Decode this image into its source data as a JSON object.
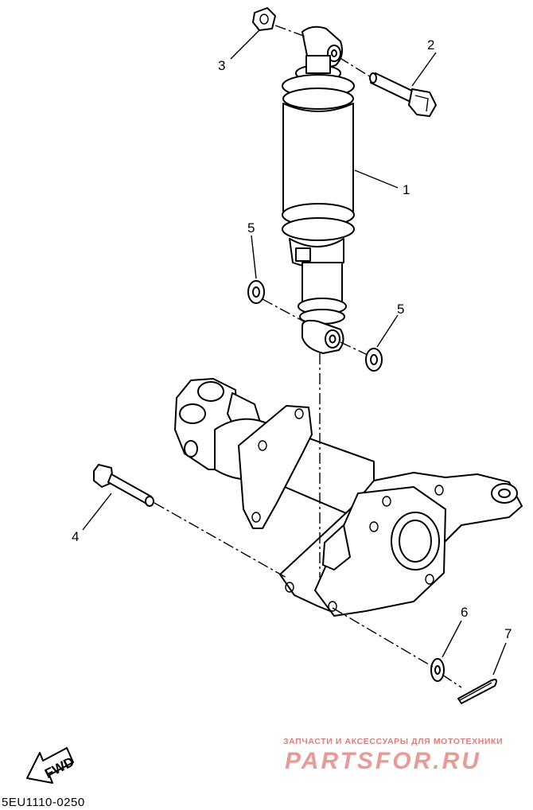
{
  "diagram": {
    "callouts": [
      {
        "id": "c1",
        "label": "1"
      },
      {
        "id": "c2",
        "label": "2"
      },
      {
        "id": "c3",
        "label": "3"
      },
      {
        "id": "c4",
        "label": "4"
      },
      {
        "id": "c5a",
        "label": "5"
      },
      {
        "id": "c5b",
        "label": "5"
      },
      {
        "id": "c6",
        "label": "6"
      },
      {
        "id": "c7",
        "label": "7"
      }
    ],
    "fwd_label": "FWD",
    "diagram_code": "5EU1110-0250"
  },
  "watermark": {
    "tagline": "ЗАПЧАСТИ И АКСЕССУАРЫ ДЛЯ МОТОТЕХНИКИ",
    "logo_text": "PARTSFOR.RU"
  },
  "colors": {
    "line": "#000000",
    "watermark": "#e79a96"
  }
}
